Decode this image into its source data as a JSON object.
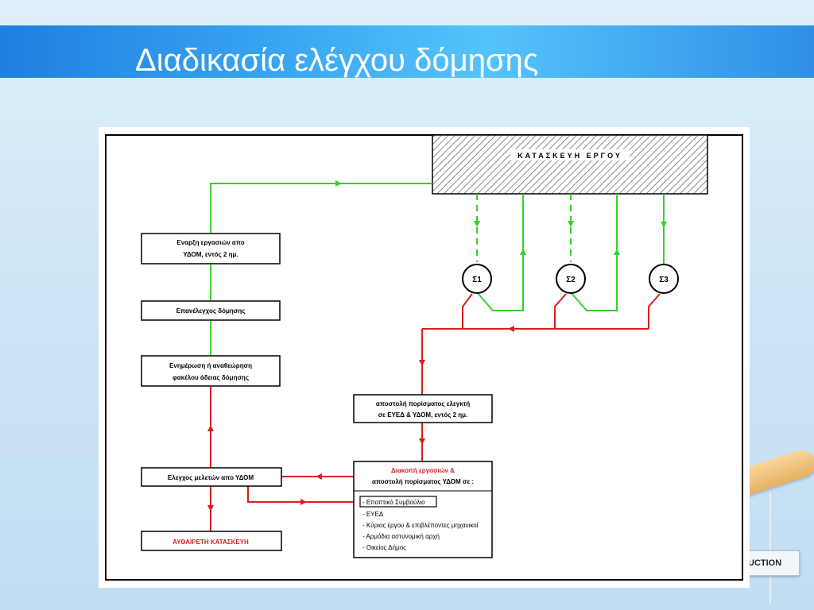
{
  "slide": {
    "title": "Διαδικασία ελέγχου δόμησης",
    "deco_tag": "UCTION"
  },
  "colors": {
    "flow_green": "#35d12b",
    "flow_red": "#d71f1f",
    "box_border": "#000000",
    "hatch": "#7a7a7a"
  },
  "diagram": {
    "construction_label": "ΚΑΤΑΣΚΕΥΗ ΕΡΓΟΥ",
    "sigma1": "Σ1",
    "sigma2": "Σ2",
    "sigma3": "Σ3",
    "start_works_line1": "Εναρξη εργασιών απο",
    "start_works_line2": "ΥΔΟΜ, εντός 2 ημ.",
    "recheck": "Επανέλεγχος δόμησης",
    "update_line1": "Ενημέρωση ή αναθεώρηση",
    "update_line2": "φακέλου άδειας δόμησης",
    "send_report_line1": "αποστολή πορίσματος ελεγκτή",
    "send_report_line2": "σε ΕΥΕΔ & ΥΔΟΜ, εντός 2 ημ.",
    "check_studies": "Ελεγχος μελετών απο ΥΔΟΜ",
    "stop_line1": "Διακοπή εργασιών &",
    "stop_line2": "αποστολή πορίσματος ΥΔΟΜ σε :",
    "recipients": [
      "- Εποπτικό Συμβούλιο",
      "- ΕΥΕΔ",
      "- Κύριος έργου & επιβλέποντες μηχανικοί",
      "- Αρμόδια αστυνομική αρχή",
      "- Οικείος Δήμος"
    ],
    "illegal": "ΑΥΘΑΙΡΕΤΗ ΚΑΤΑΣΚΕΥΗ"
  }
}
